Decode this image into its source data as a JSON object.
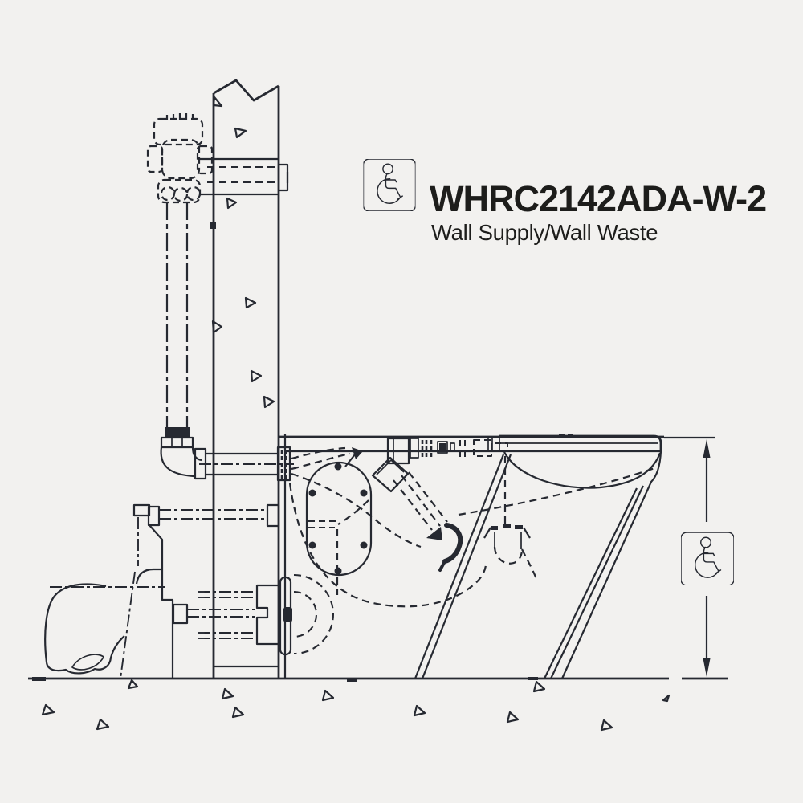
{
  "artwork": {
    "background_color": "#f2f1ef",
    "line_color": "#262931",
    "kind": "technical plumbing rough-in line drawing (side elevation)"
  },
  "title_block": {
    "model_number": "WHRC2142ADA-W-2",
    "configuration": "Wall Supply/Wall Waste",
    "text_color": "#1d1d1b"
  },
  "ada_badge": {
    "symbol": "wheelchair-accessibility",
    "background": "#3c3c3a",
    "glyph_color": "#ffffff",
    "count": 2
  },
  "drawing_elements": [
    "broken wall section with aggregate triangles",
    "hidden flush valve (dashed)",
    "wall supply pipe through wall",
    "vertical supply riser (center-line dashes)",
    "elbow and flanged wall inlet",
    "floor-mounted waste carrier fitting",
    "duckfoot waste bend",
    "carrier mounting bolts (dash-dot)",
    "toilet fixture side profile with seat",
    "oval access cover with bolts",
    "hidden trapway and outlet (dashed)",
    "support legs",
    "floor line with aggregate triangles",
    "vertical height dimension with arrows"
  ]
}
